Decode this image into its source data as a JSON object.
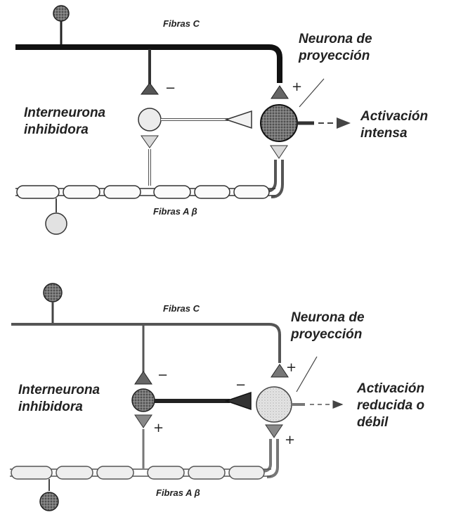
{
  "panels": [
    {
      "id": "top",
      "fibras_c": "Fibras C",
      "fibras_ab": "Fibras A β",
      "neurona": [
        "Neurona de",
        "proyección"
      ],
      "interneurona": [
        "Interneurona",
        "inhibidora"
      ],
      "activacion": [
        "Activación",
        "intensa"
      ],
      "signs": {
        "inhib_top": "−",
        "proj_top": "+"
      }
    },
    {
      "id": "bottom",
      "fibras_c": "Fibras C",
      "fibras_ab": "Fibras A β",
      "neurona": [
        "Neurona de",
        "proyección"
      ],
      "interneurona": [
        "Interneurona",
        "inhibidora"
      ],
      "activacion": [
        "Activación",
        "reducida o",
        "débil"
      ],
      "signs": {
        "inhib_top": "−",
        "inhib_axon": "−",
        "proj_top": "+",
        "inhib_bottom": "+",
        "proj_bottom": "+"
      }
    }
  ]
}
